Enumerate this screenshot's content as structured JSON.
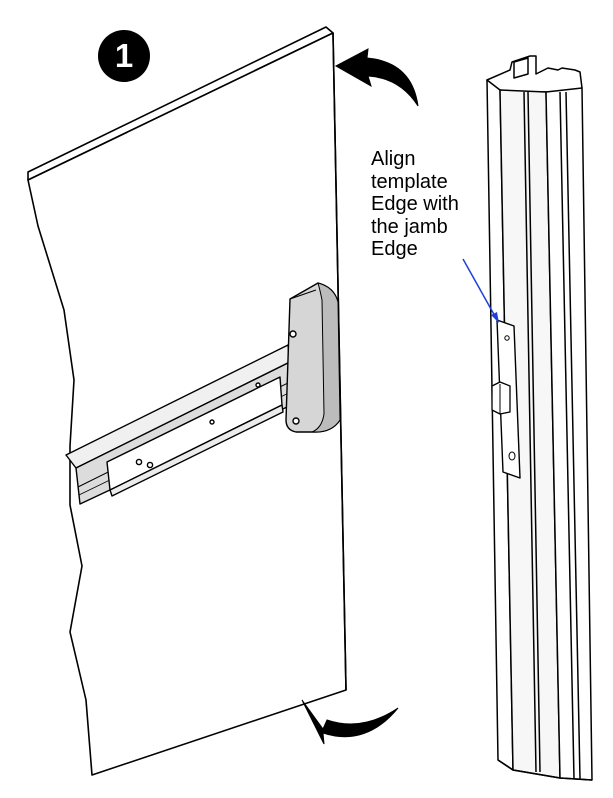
{
  "step": {
    "number": "1"
  },
  "callout": {
    "lines": [
      "Align",
      "template",
      "Edge with",
      "the jamb",
      "Edge"
    ]
  },
  "colors": {
    "line": "#000000",
    "fill": "#ffffff",
    "shade": "#dddddd",
    "badge": "#000000",
    "leader": "#1f3fd8"
  },
  "icons": {
    "top_arrow": "curved-arrow-icon",
    "bottom_arrow": "curved-arrow-icon"
  }
}
